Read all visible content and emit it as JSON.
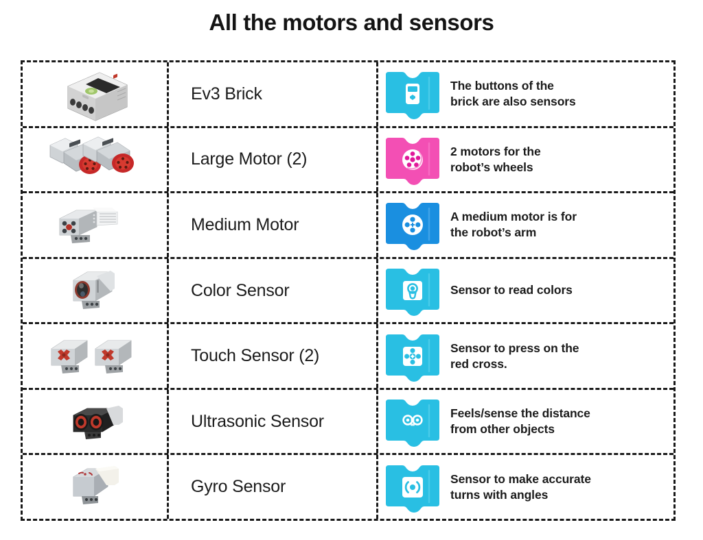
{
  "title": "All the motors and sensors",
  "colors": {
    "cyan": "#29bfe3",
    "magenta": "#f34fb4",
    "blue": "#1a8fe0",
    "text": "#1b1b1b",
    "border": "#1a1a1a",
    "background": "#ffffff"
  },
  "table": {
    "columns": [
      "part-photo",
      "part-name",
      "block-icon-and-description"
    ],
    "rows": [
      {
        "photo": "ev3-brick-photo",
        "name": "Ev3 Brick",
        "icon": "ev3-brick-block-icon",
        "icon_color": "#29bfe3",
        "description": "The buttons of the\nbrick are also sensors"
      },
      {
        "photo": "large-motor-pair-photo",
        "name": "Large Motor (2)",
        "icon": "large-motor-block-icon",
        "icon_color": "#f34fb4",
        "description": "2 motors for the\nrobot’s wheels"
      },
      {
        "photo": "medium-motor-photo",
        "name": "Medium Motor",
        "icon": "medium-motor-block-icon",
        "icon_color": "#1a8fe0",
        "description": "A medium motor is for\nthe robot’s arm"
      },
      {
        "photo": "color-sensor-photo",
        "name": "Color Sensor",
        "icon": "color-sensor-block-icon",
        "icon_color": "#29bfe3",
        "description": "Sensor to read colors"
      },
      {
        "photo": "touch-sensor-pair-photo",
        "name": "Touch Sensor (2)",
        "icon": "touch-sensor-block-icon",
        "icon_color": "#29bfe3",
        "description": "Sensor to press on the\nred cross."
      },
      {
        "photo": "ultrasonic-sensor-photo",
        "name": "Ultrasonic Sensor",
        "icon": "ultrasonic-sensor-block-icon",
        "icon_color": "#29bfe3",
        "description": "Feels/sense the distance\nfrom other objects"
      },
      {
        "photo": "gyro-sensor-photo",
        "name": "Gyro Sensor",
        "icon": "gyro-sensor-block-icon",
        "icon_color": "#29bfe3",
        "description": "Sensor to make accurate\nturns with angles"
      }
    ]
  }
}
